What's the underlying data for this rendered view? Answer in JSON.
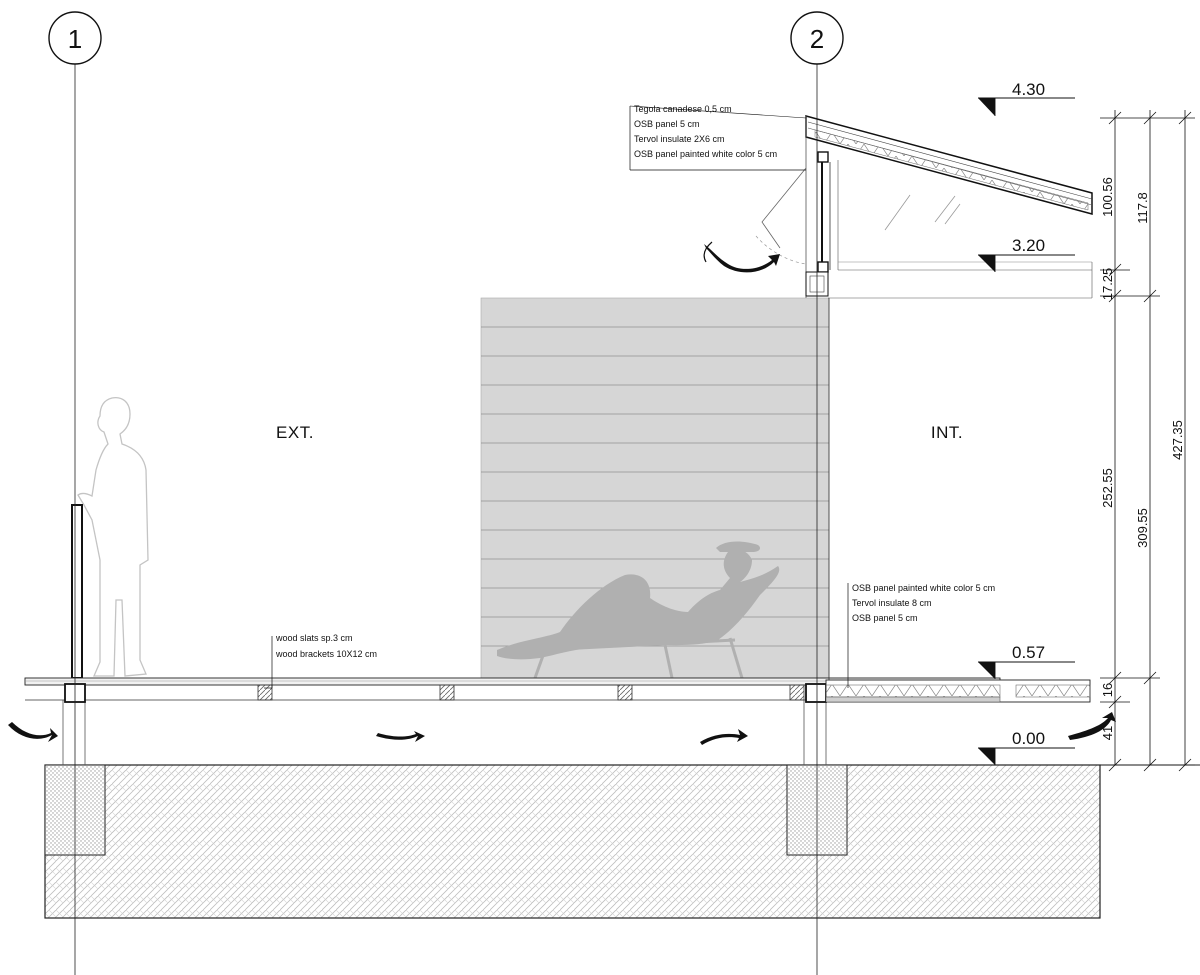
{
  "axes": {
    "left": "1",
    "right": "2"
  },
  "spaces": {
    "exterior": "EXT.",
    "interior": "INT."
  },
  "levels": {
    "roof_top": "4.30",
    "roof_base": "3.20",
    "floor": "0.57",
    "ground": "0.00"
  },
  "dimensions": {
    "roof_height": "100.56",
    "roof_total": "117.8",
    "beam": "17.25",
    "wall_height": "252.55",
    "floor_to_beam": "309.55",
    "total_height": "427.35",
    "floor_thickness": "16",
    "crawl_space": "41"
  },
  "notes": {
    "roof": [
      "Tegola canadese   0,5 cm",
      "OSB panel 5 cm",
      "Tervol insulate 2X6 cm",
      "OSB panel painted white color  5 cm"
    ],
    "deck": [
      "wood slats sp.3 cm",
      "wood brackets 10X12 cm"
    ],
    "floor": [
      "OSB panel painted white color  5 cm",
      "Tervol insulate 8 cm",
      "OSB panel    5 cm"
    ]
  }
}
